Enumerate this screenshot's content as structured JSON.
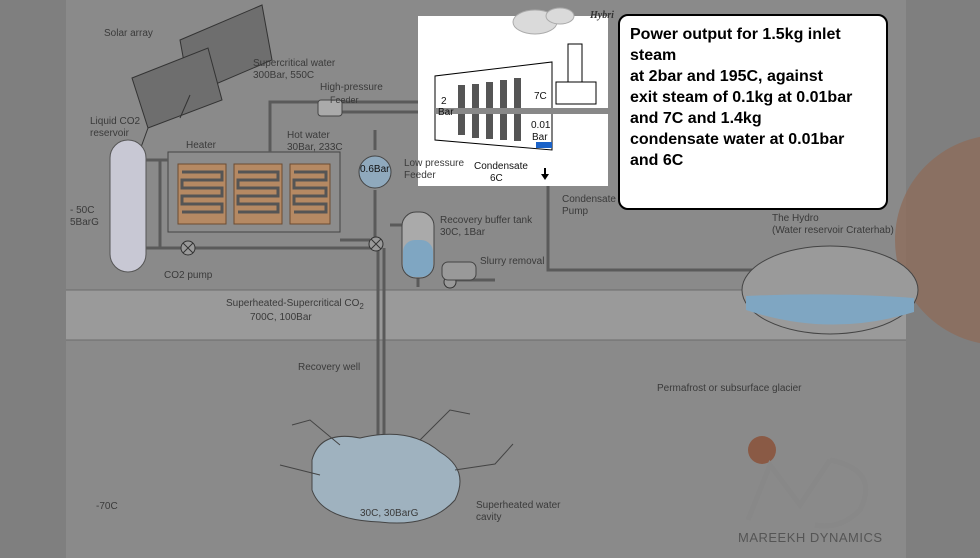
{
  "callout": {
    "lines": [
      "Power output for 1.5kg inlet",
      "steam",
      "at 2bar and 195C, against",
      "exit steam of 0.1kg at 0.01bar",
      "and 7C and 1.4kg",
      "condensate water at 0.01bar",
      "and 6C"
    ]
  },
  "labels": {
    "solar_array": "Solar array",
    "supercritical_water_1": "Supercritical water",
    "supercritical_water_2": "300Bar, 550C",
    "hp_feeder_1": "High-pressure",
    "hp_feeder_2": "Feeder",
    "liquid_co2_1": "Liquid CO2",
    "liquid_co2_2": "reservoir",
    "heater": "Heater",
    "hot_water_1": "Hot water",
    "hot_water_2": "30Bar, 233C",
    "bar06": "0.6Bar",
    "lp_feeder_1": "Low pressure",
    "lp_feeder_2": "Feeder",
    "minus50_1": "- 50C",
    "minus50_2": "5BarG",
    "co2_pump": "CO2 pump",
    "recovery_buffer_1": "Recovery buffer tank",
    "recovery_buffer_2": "30C, 1Bar",
    "slurry_removal": "Slurry removal",
    "condensate_pump_1": "Condensate",
    "condensate_pump_2": "Pump",
    "hydro_1": "The Hydro",
    "hydro_2": "(Water reservoir Craterhab)",
    "superheated_co2_1": "Superheated-Supercritical CO",
    "superheated_co2_sub": "2",
    "superheated_co2_2": "700C, 100Bar",
    "recovery_well": "Recovery well",
    "permafrost": "Permafrost or subsurface glacier",
    "minus70": "-70C",
    "cavity_temp": "30C, 30BarG",
    "superheated_cavity_1": "Superheated water",
    "superheated_cavity_2": "cavity",
    "partial_title": "Hybri",
    "turbine_in_1": "2",
    "turbine_in_2": "Bar",
    "turbine_7c": "7C",
    "turbine_001_1": "0.01",
    "turbine_001_2": "Bar",
    "condensate_1": "Condensate",
    "condensate_2": "6C"
  },
  "brand": {
    "name": "MAREEKH DYNAMICS"
  },
  "colors": {
    "background": "#7f7f7f",
    "ground_band": "#9a9a9a",
    "pipe": "#555555",
    "heater_fill": "#b58963",
    "water": "#7fa6c2",
    "turbine_panel": "#ffffff",
    "planet": "#a86b4a"
  }
}
